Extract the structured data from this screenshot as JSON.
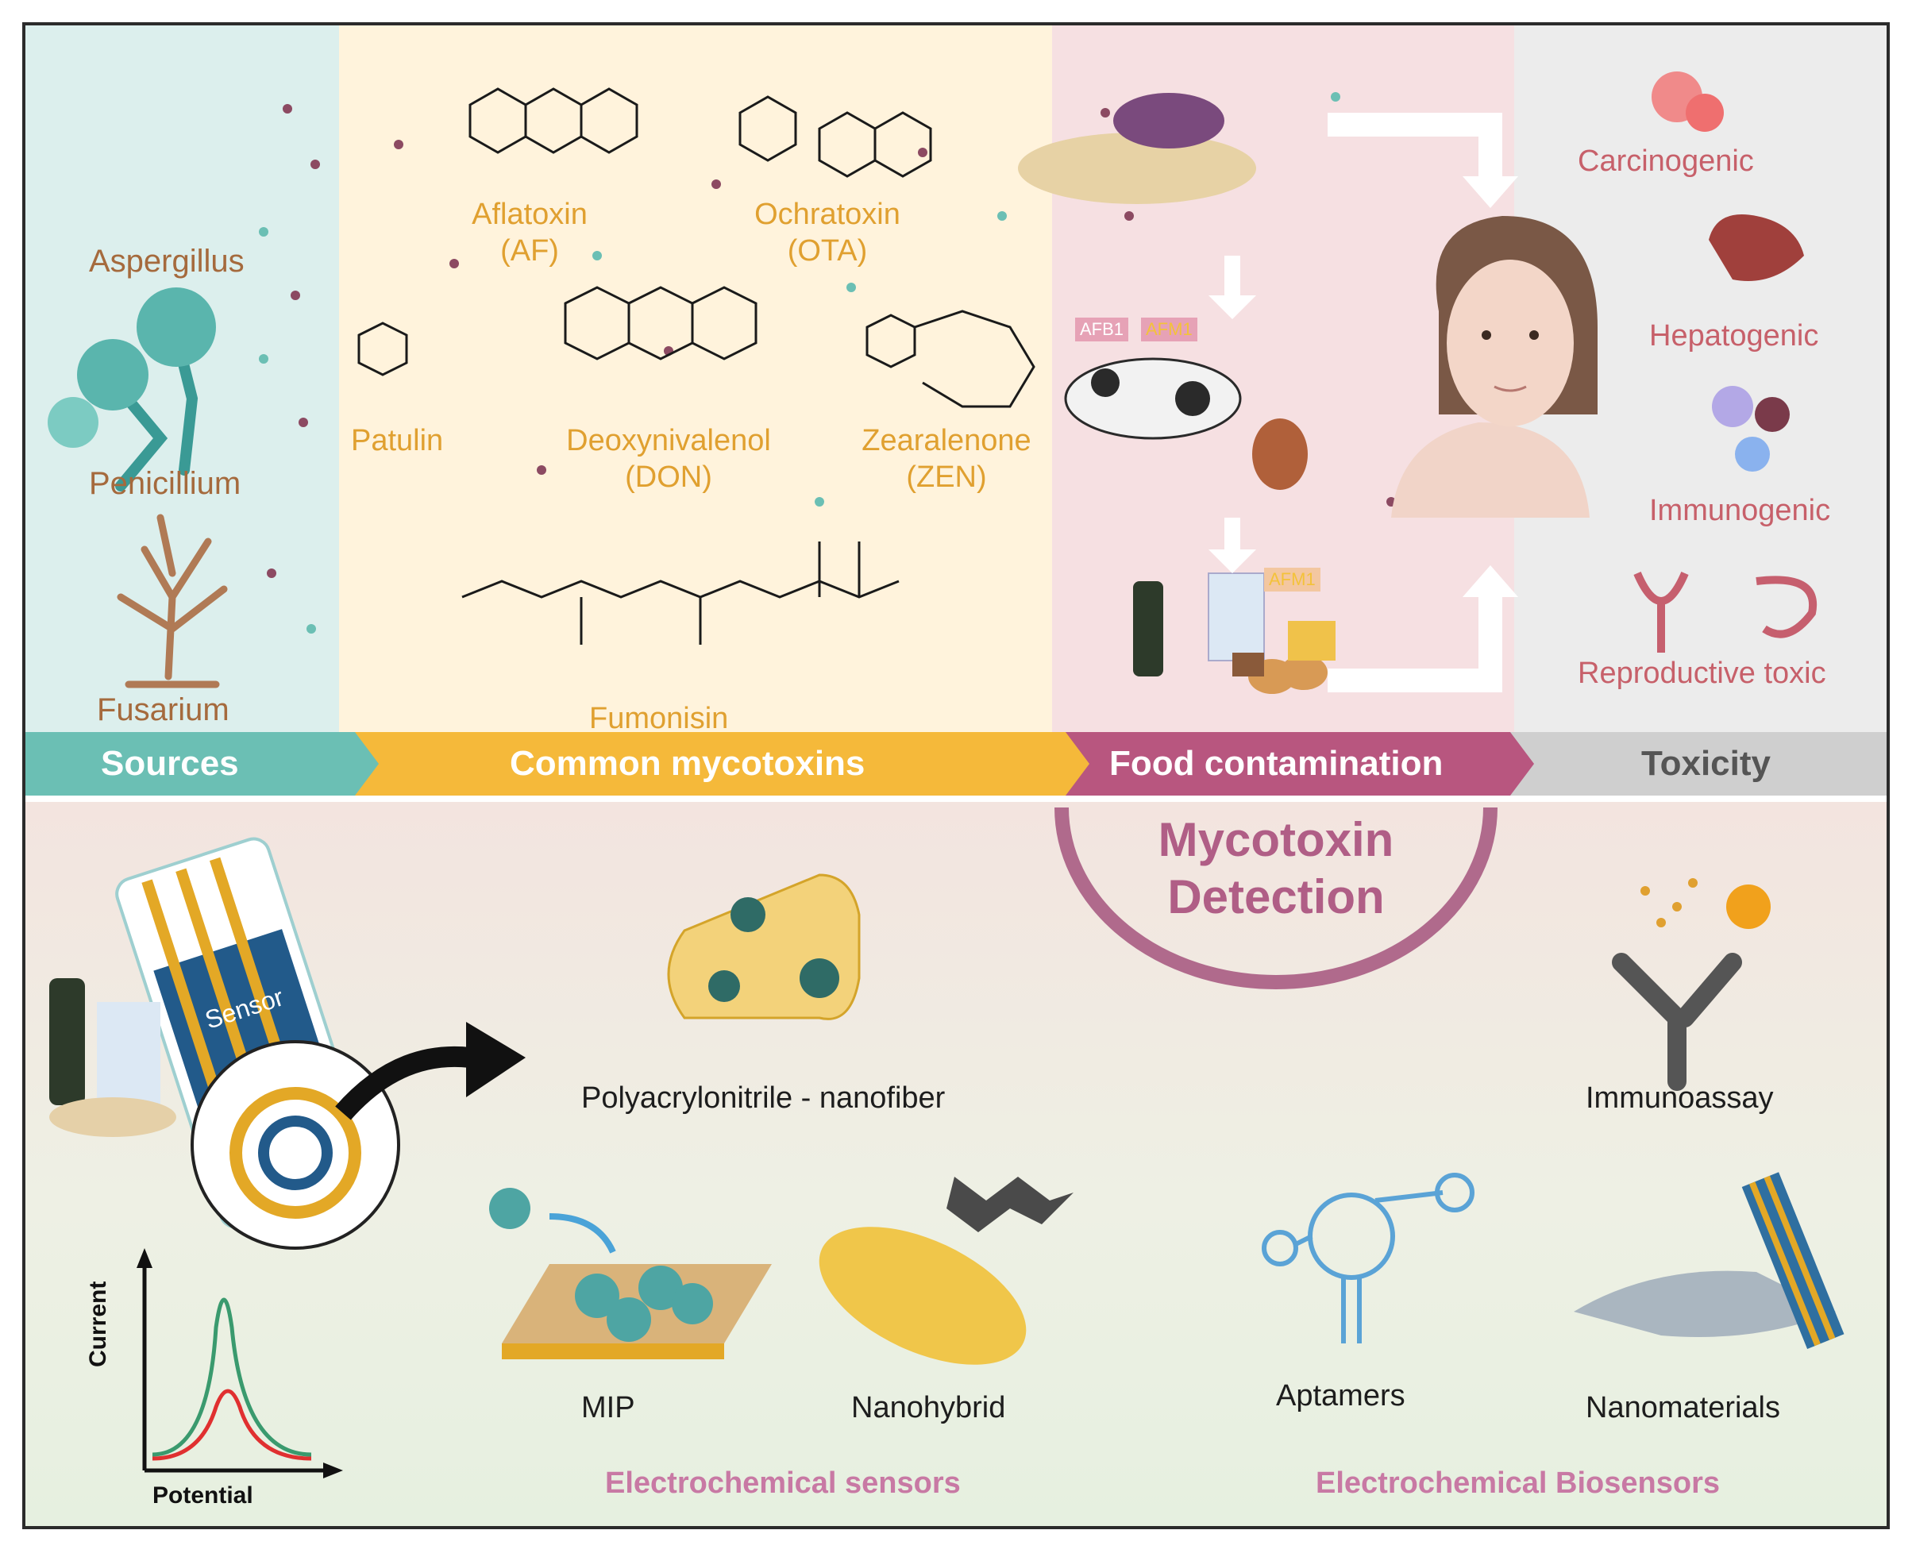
{
  "sections": {
    "sources": "Sources",
    "mycotoxins": "Common mycotoxins",
    "food": "Food contamination",
    "toxicity": "Toxicity"
  },
  "sources": [
    "Aspergillus",
    "Penicillium",
    "Fusarium"
  ],
  "mycotoxins": {
    "aflatoxin": {
      "name": "Aflatoxin",
      "abbr": "(AF)"
    },
    "ochratoxin": {
      "name": "Ochratoxin",
      "abbr": "(OTA)"
    },
    "patulin": {
      "name": "Patulin"
    },
    "deoxynivalenol": {
      "name": "Deoxynivalenol",
      "abbr": "(DON)"
    },
    "zearalenone": {
      "name": "Zearalenone",
      "abbr": "(ZEN)"
    },
    "fumonisin": {
      "name": "Fumonisin"
    }
  },
  "food": {
    "afb1": "AFB1",
    "afm1": "AFM1",
    "afm1_dairy": "AFM1"
  },
  "toxicity": [
    "Carcinogenic",
    "Hepatogenic",
    "Immunogenic",
    "Reproductive toxic"
  ],
  "detection": {
    "line1": "Mycotoxin",
    "line2": "Detection"
  },
  "sensor": {
    "label": "Sensor"
  },
  "plot": {
    "ylabel": "Current",
    "xlabel": "Potential",
    "colors": {
      "high": "#3a9a6e",
      "low": "#e03030"
    }
  },
  "methods": {
    "pan": "Polyacrylonitrile - nanofiber",
    "mip": "MIP",
    "nanohybrid": "Nanohybrid",
    "immunoassay": "Immunoassay",
    "aptamers": "Aptamers",
    "nanomaterials": "Nanomaterials"
  },
  "categories": {
    "sensors": "Electrochemical sensors",
    "biosensors": "Electrochemical Biosensors"
  },
  "colors": {
    "sources": "#6bbfb4",
    "mycotoxins": "#f5b93a",
    "food": "#b8567f",
    "toxicity": "#cfcfcf"
  }
}
